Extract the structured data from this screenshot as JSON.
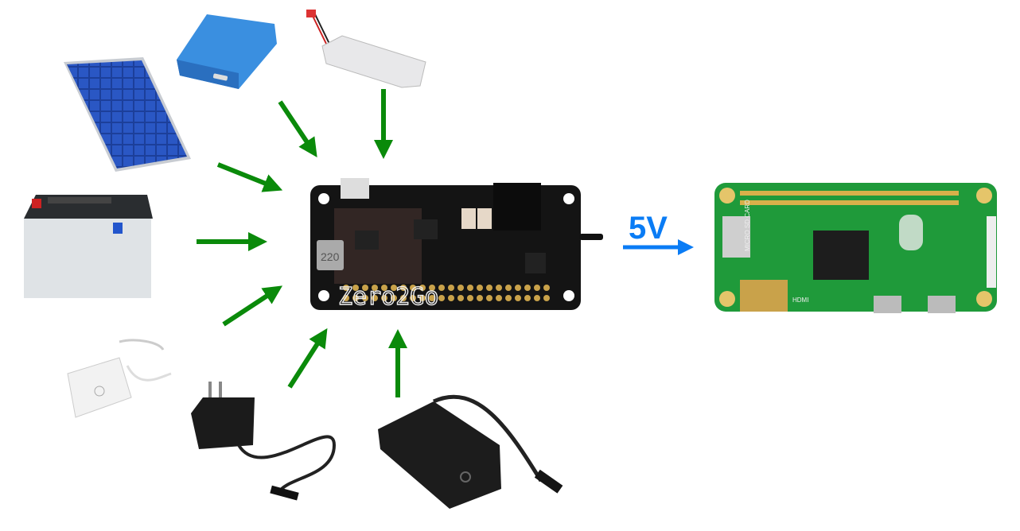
{
  "diagram": {
    "output_label": "5V",
    "board_name": "Zero2Go",
    "inductor_marking": "220",
    "pi_hdmi_label": "HDMI",
    "pi_sd_label": "MICRO SD CARD",
    "colors": {
      "input_arrow": "#0a8a0a",
      "output_arrow": "#0a7cf5",
      "pcb_black": "#141414",
      "pcb_green": "#1f9a3a"
    }
  }
}
